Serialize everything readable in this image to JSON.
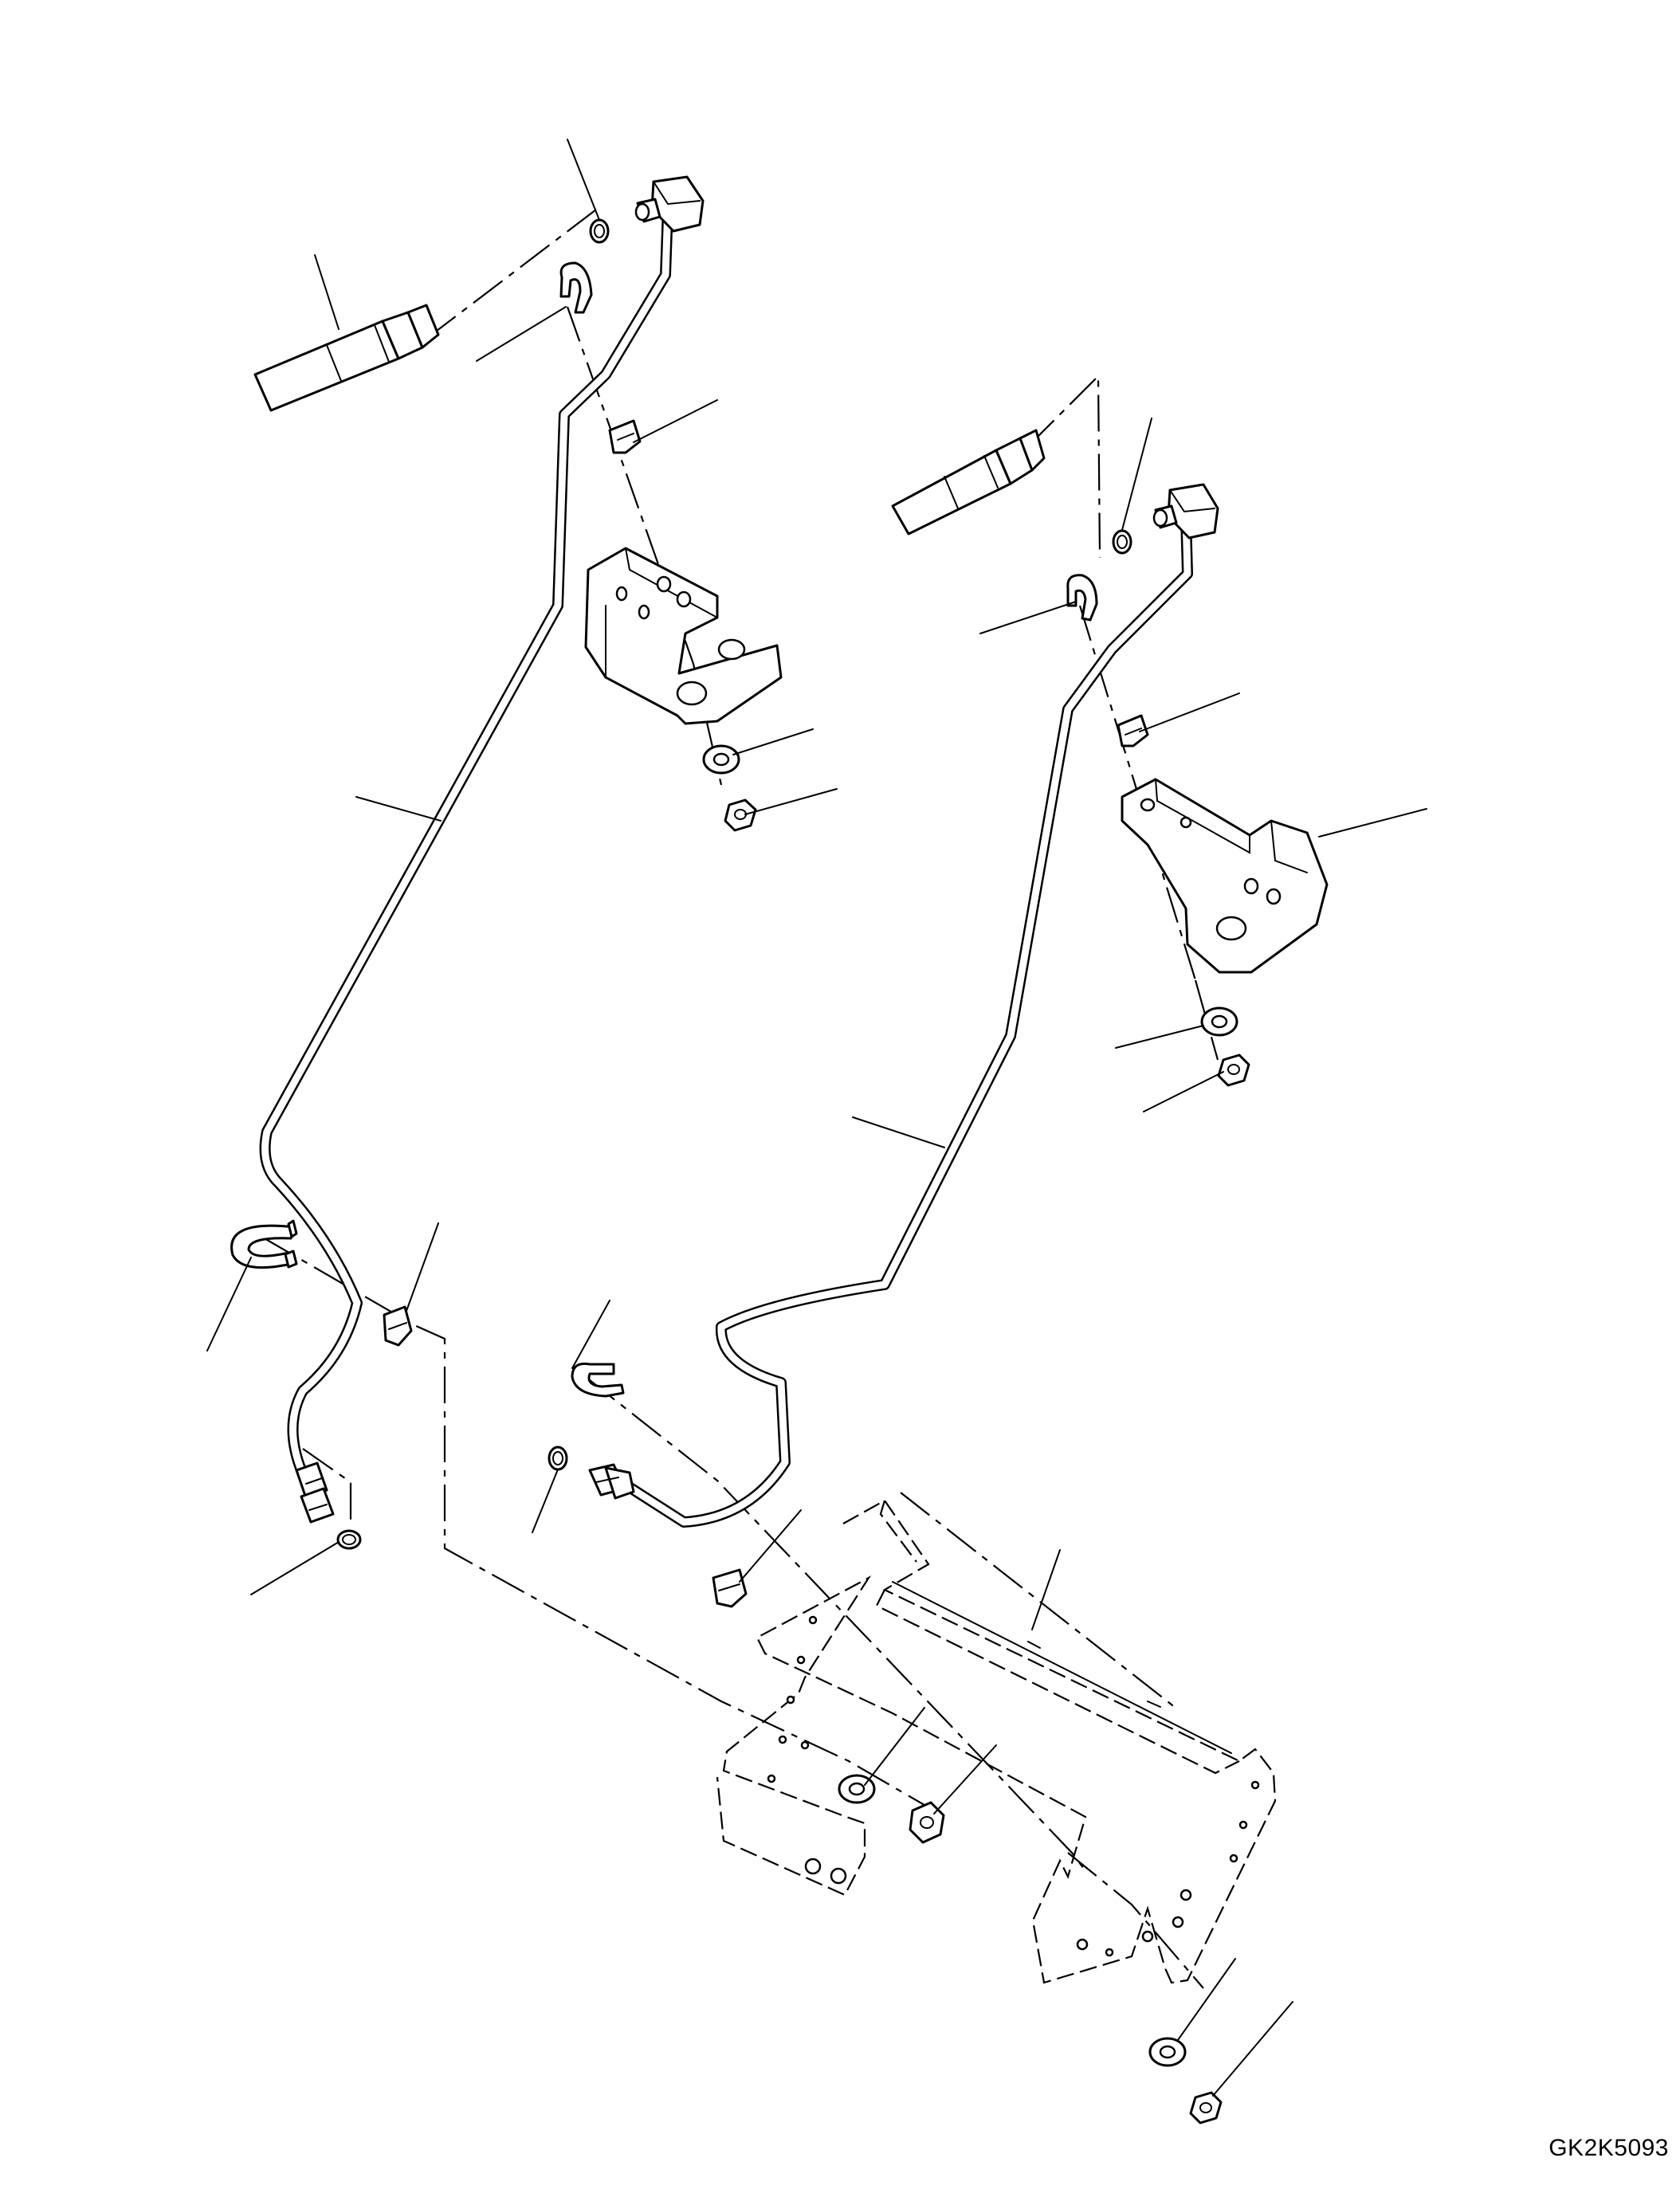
{
  "drawing_code": "GK2K5093",
  "parts": {
    "pipes": [
      "left-brake-pipe",
      "right-brake-pipe"
    ],
    "hoses": [
      "left-hose",
      "right-hose"
    ],
    "brackets": [
      "left-upper-bracket",
      "right-upper-bracket",
      "lower-mounting-bracket"
    ],
    "small_parts": [
      "o-ring",
      "clip",
      "u-bolt",
      "clamp",
      "washer",
      "nut"
    ]
  }
}
